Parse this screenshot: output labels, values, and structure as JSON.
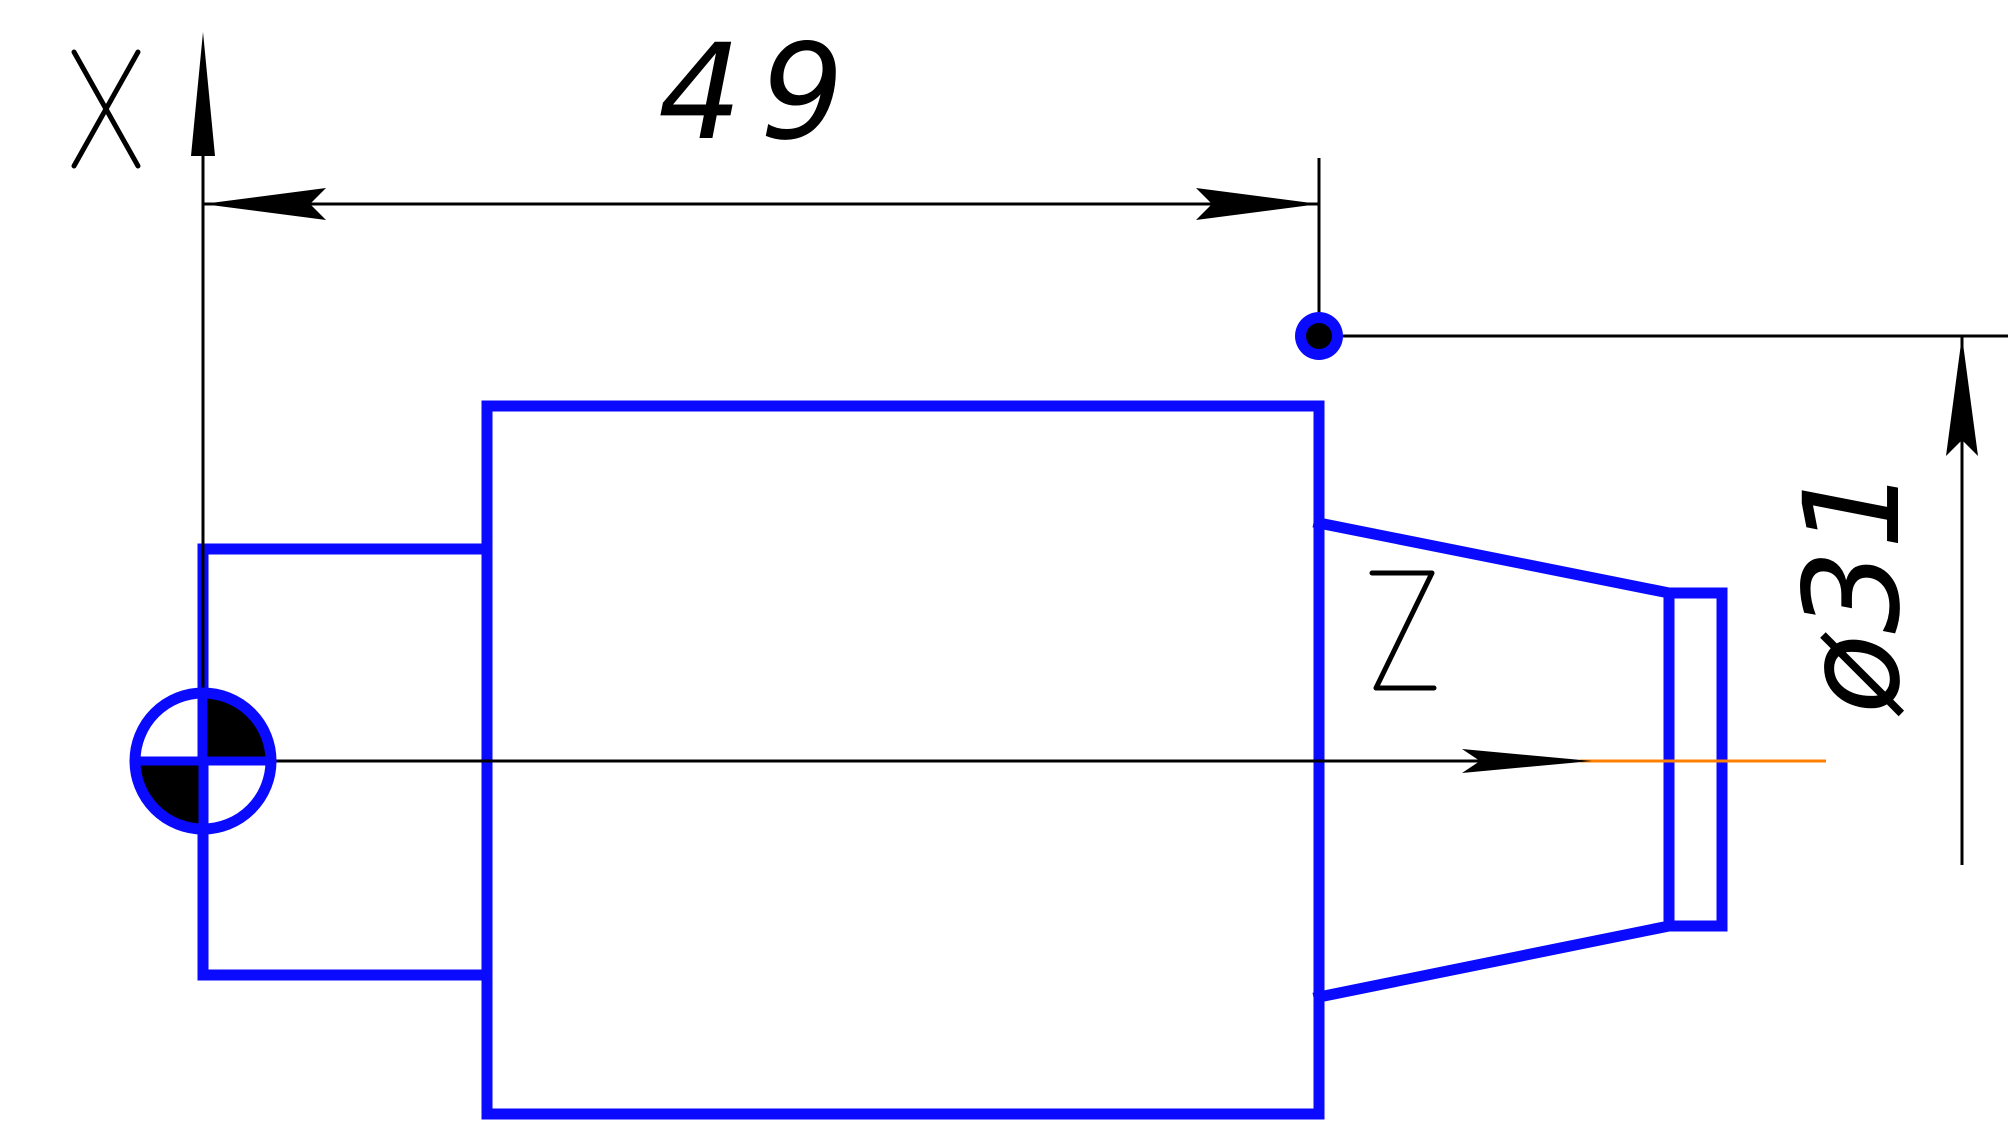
{
  "axes": {
    "x_label": "X",
    "z_label": "Z"
  },
  "dimensions": {
    "length_label": "49",
    "diameter_label": "ø31"
  },
  "colors": {
    "part_outline": "#0a0aff",
    "dimension_lines": "#000000",
    "centerline": "#ff8000",
    "background": "#ffffff"
  },
  "icons": {
    "origin_marker": "datum-target-icon",
    "tool_point": "tool-point-icon"
  }
}
